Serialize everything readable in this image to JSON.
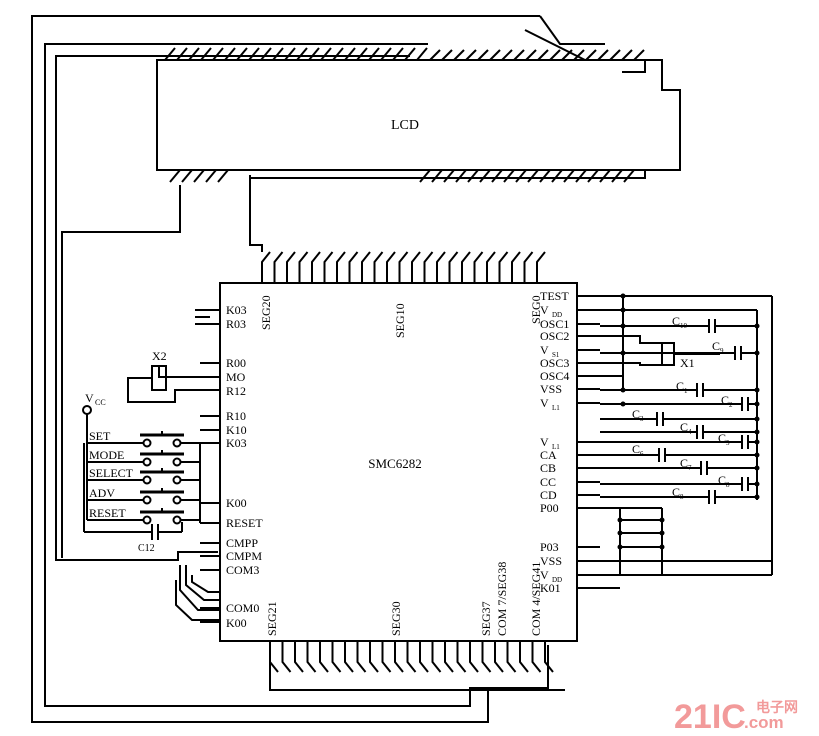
{
  "lcd": {
    "label": "LCD"
  },
  "chip": {
    "name": "SMC6282",
    "top_labels": [
      "SEG20",
      "SEG10",
      "SEG0"
    ],
    "bottom_labels": [
      "SEG21",
      "SEG30",
      "SEG37",
      "COM 7/SEG38",
      "COM 4/SEG41"
    ],
    "left_pins": [
      "K03",
      "R03",
      "R00",
      "MO",
      "R12",
      "R10",
      "K10",
      "K03",
      "K00",
      "RESET",
      "CMPP",
      "CMPM",
      "COM3",
      "COM0",
      "K00"
    ],
    "right_pins": [
      "TEST",
      "V",
      "OSC1",
      "OSC2",
      "V",
      "OSC3",
      "OSC4",
      "VSS",
      "V",
      "V",
      "CA",
      "CB",
      "CC",
      "CD",
      "P00",
      "P03",
      "VSS",
      "V",
      "K01"
    ],
    "right_subs": [
      "",
      "DD",
      "",
      "",
      "S1",
      "",
      "",
      "",
      "L1",
      "L1",
      "",
      "",
      "",
      "",
      "",
      "",
      "",
      "DD",
      ""
    ]
  },
  "switches": [
    "SET",
    "MODE",
    "SELECT",
    "ADV",
    "RESET"
  ],
  "components": {
    "x1": "X1",
    "x2": "X2",
    "vcc": "V",
    "vcc_sub": "CC",
    "c12": "C12"
  },
  "capacitors": [
    {
      "main": "C",
      "sub": "10"
    },
    {
      "main": "C",
      "sub": "9"
    },
    {
      "main": "C",
      "sub": "1"
    },
    {
      "main": "C",
      "sub": "2"
    },
    {
      "main": "C",
      "sub": "3"
    },
    {
      "main": "C",
      "sub": "4"
    },
    {
      "main": "C",
      "sub": "5"
    },
    {
      "main": "C",
      "sub": "6"
    },
    {
      "main": "C",
      "sub": "7"
    },
    {
      "main": "C",
      "sub": "8"
    },
    {
      "main": "C",
      "sub": "8"
    }
  ],
  "watermark": {
    "brand": "21IC",
    "cn": "电子网",
    "dot": ".com"
  }
}
